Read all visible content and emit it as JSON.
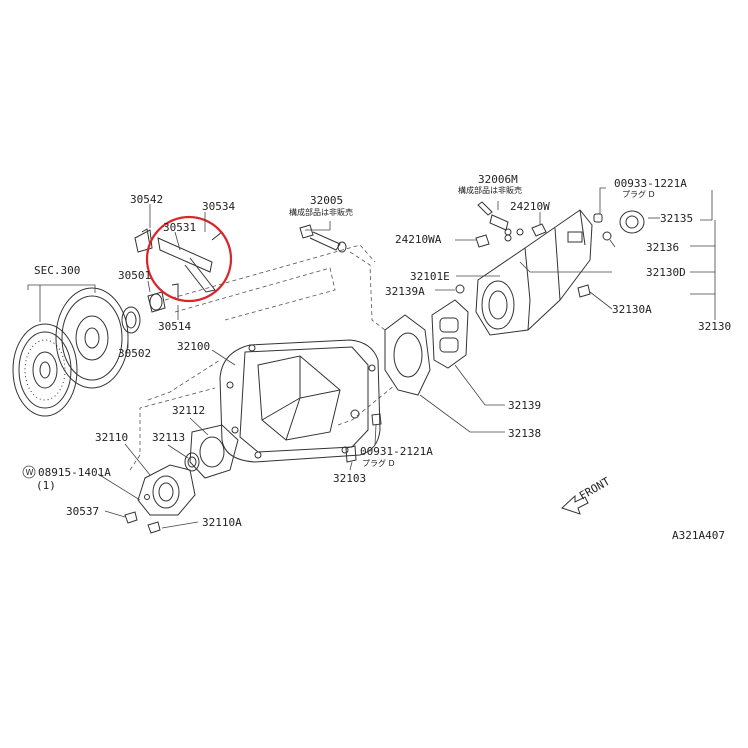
{
  "diagram": {
    "callouts": {
      "p30542": "30542",
      "p30534": "30534",
      "p30531": "30531",
      "p30501": "30501",
      "p30514": "30514",
      "p30502": "30502",
      "sec300": "SEC.300",
      "p32005": "32005",
      "p32005_note": "構成部品は非販売",
      "p32100": "32100",
      "p32112": "32112",
      "p32113": "32113",
      "p32110": "32110",
      "w_bolt": "08915-1401A",
      "w_bolt_qty": "(1)",
      "p30537": "30537",
      "p32110a": "32110A",
      "p32103": "32103",
      "p00931": "00931-2121A",
      "p00931_note": "プラグ D",
      "p32006m": "32006M",
      "p32006m_note": "構成部品は非販売",
      "p24210w": "24210W",
      "p24210wa": "24210WA",
      "p32101e": "32101E",
      "p32139a": "32139A",
      "p00933": "00933-1221A",
      "p00933_note": "プラグ D",
      "p32135": "32135",
      "p32136": "32136",
      "p32130d": "32130D",
      "p32130a": "32130A",
      "p32130": "32130",
      "p32139": "32139",
      "p32138": "32138",
      "front": "FRONT",
      "ref_code": "A321A407"
    },
    "highlight_color": "#d8262b",
    "line_color": "#333333"
  }
}
